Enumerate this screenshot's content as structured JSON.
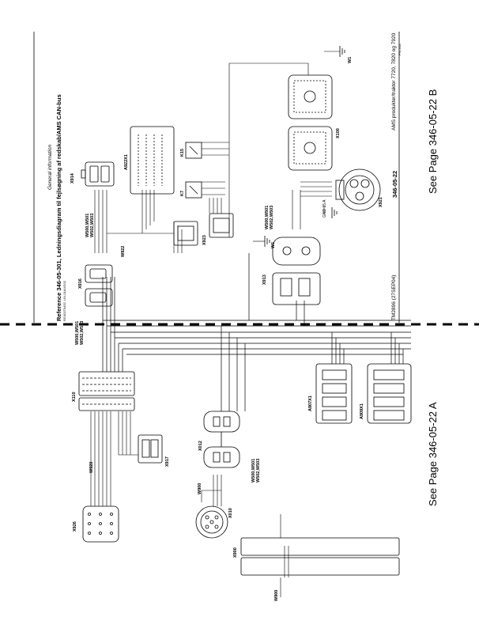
{
  "header": {
    "section": "General information",
    "title": "Reference 346-05-301, Ledningsdiagram til fejlsøgning af redskab/AMS CAN-bus",
    "subtitle": "RG40270432 -UN-01AUG02"
  },
  "footer": {
    "doc_code": "TM2896 (27SEP04)",
    "page_ref": "346-05-22",
    "product": "AMS produkter/traktor 7720, 7820 og 7920",
    "page_id": "PN=314"
  },
  "page_links": {
    "left": "See Page 346-05-22 A",
    "right": "See Page 346-05-22 B"
  },
  "connectors": {
    "x914": "X914",
    "x916": "X916",
    "x110": "X110",
    "x917": "X917",
    "x926": "X926",
    "x012": "X012",
    "x010": "X010",
    "x900": "X900",
    "x913": "X913",
    "x923": "X923",
    "x100": "X100",
    "x921": "X921",
    "a922x1": "A922X1",
    "a907x1": "A907X1",
    "a909x1": "A909X1",
    "k15": "K15",
    "k7": "K7",
    "w1_a": "W1",
    "w1_b": "W1"
  },
  "harness": {
    "w500_top": "W500,W501",
    "w502_top": "W502,W503",
    "w500_mid": "W500,W501",
    "w502_mid": "W502,W503",
    "w500_right": "W500,W501",
    "w502_right": "W502,W503",
    "w500_bottom": "W500,W501",
    "w502_bottom": "W502,W503",
    "w922": "W922",
    "w920": "W920",
    "w900_a": "W900",
    "w900_b": "W900",
    "gnd": "GND 15 A"
  }
}
